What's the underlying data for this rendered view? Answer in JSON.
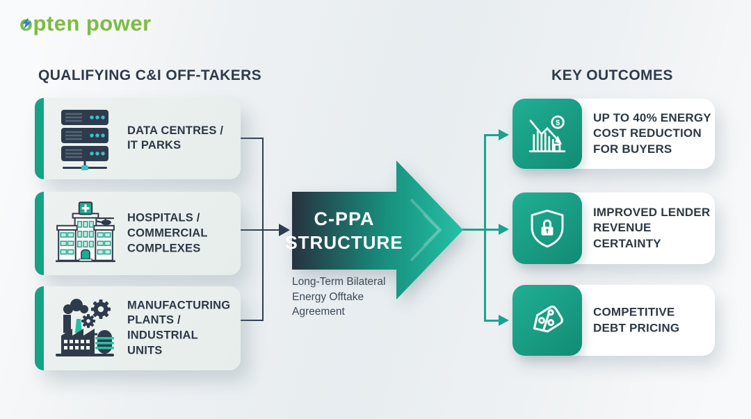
{
  "logo": {
    "text": "opten power",
    "prefix": "o",
    "suffix": "pten",
    "second_word": "power",
    "bolt_icon": "lightning-bolt-icon"
  },
  "offtakers": {
    "heading": "QUALIFYING C&I OFF-TAKERS",
    "cards": [
      {
        "icon": "server-rack-icon",
        "label": "DATA CENTRES /\nIT PARKS"
      },
      {
        "icon": "hospital-icon",
        "label": "HOSPITALS /\nCOMMERCIAL\nCOMPLEXES"
      },
      {
        "icon": "factory-icon",
        "label": "MANUFACTURING\nPLANTS /\nINDUSTRIAL\nUNITS"
      }
    ]
  },
  "process": {
    "arrow_title_line1": "C-PPA",
    "arrow_title_line2": "STRUCTURE",
    "caption": "Long-Term Bilateral\nEnergy Offtake\nAgreement"
  },
  "outcomes": {
    "heading": "KEY OUTCOMES",
    "cards": [
      {
        "icon": "cost-reduction-chart-icon",
        "label": "UP TO 40% ENERGY\nCOST REDUCTION\nFOR BUYERS"
      },
      {
        "icon": "shield-lock-icon",
        "label": "IMPROVED LENDER\nREVENUE\nCERTAINTY"
      },
      {
        "icon": "price-tag-percent-icon",
        "label": "COMPETITIVE\nDEBT PRICING"
      }
    ]
  },
  "colors": {
    "accent_teal": "#16a287",
    "connector_teal": "#1aa48c",
    "navy": "#2d3a4a",
    "logo_green": "#7abd40",
    "bolt_blue": "#2e7ed8",
    "offtaker_card_bg": "#e9efed",
    "outcome_card_bg": "#ffffff",
    "page_bg": "#eef1f3",
    "arrow_gradient_start": "#27323f",
    "arrow_gradient_end": "#25c0a5"
  }
}
